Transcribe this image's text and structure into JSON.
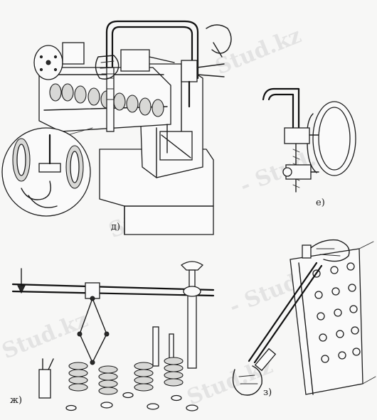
{
  "labels": {
    "d": "д)",
    "e": "е)",
    "zh": "ж)",
    "z": "з)"
  },
  "watermark": {
    "text": "Stud.kz",
    "fragment_a": "- Stud.",
    "fragment_b": "Stud.kz"
  },
  "colors": {
    "ink": "#1c1c1c",
    "paper": "#f7f7f6",
    "watermark": "#d4d4d4"
  }
}
